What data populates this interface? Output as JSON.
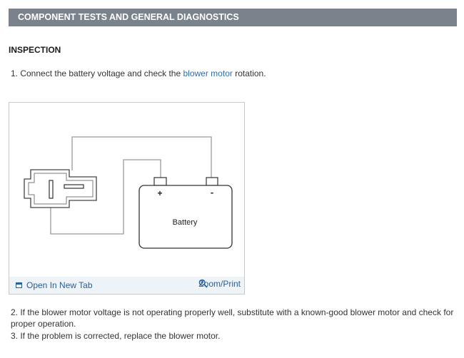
{
  "header": {
    "title": "COMPONENT TESTS AND GENERAL DIAGNOSTICS"
  },
  "section": {
    "heading": "INSPECTION"
  },
  "steps": {
    "step1_prefix": "1. Connect the battery voltage and check the ",
    "step1_link": "blower motor",
    "step1_suffix": " rotation.",
    "step2": "2. If the blower motor voltage is not operating properly well, substitute with a known-good blower motor and check for proper operation.",
    "step3": "3. If the problem is corrected, replace the blower motor."
  },
  "figure": {
    "battery_label": "Battery",
    "plus_label": "+",
    "minus_label": "-",
    "open_tab_label": "Open In New Tab",
    "zoom_label": "Zoom/Print"
  },
  "colors": {
    "header_bg": "#7a838b",
    "link": "#2a6db5",
    "figure_bar_bg": "#eef3f8"
  },
  "icons": {
    "open_tab": "open-new-tab-icon",
    "zoom": "zoom-in-icon"
  }
}
